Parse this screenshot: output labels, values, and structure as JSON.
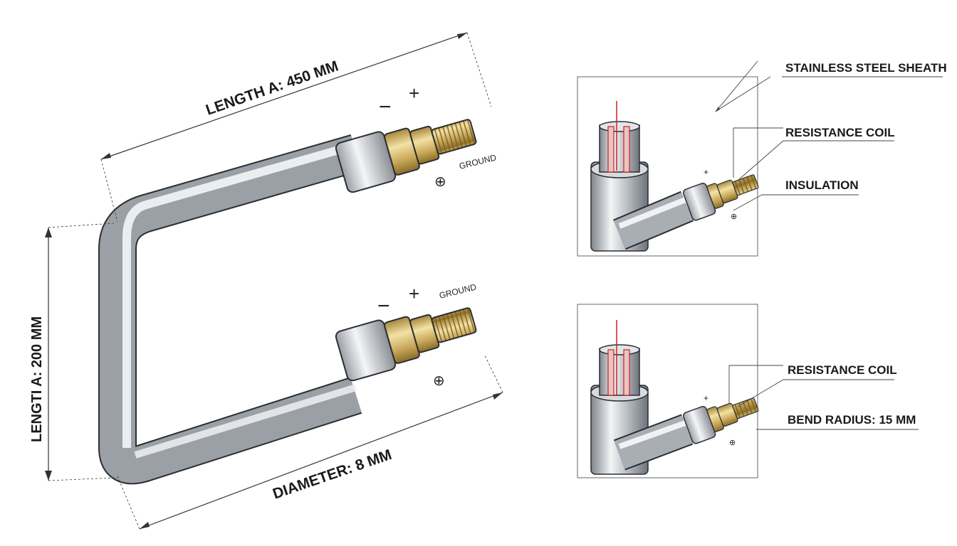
{
  "main_view": {
    "length_top": "LENGTH A: 450 MM",
    "length_side": "LENGTI A: 200 MM",
    "diameter": "DIAMETER: 8 MM",
    "terminal_top": {
      "minus": "−",
      "plus": "+",
      "ground": "GROUND",
      "ground_symbol": "⊕"
    },
    "terminal_bottom": {
      "minus": "−",
      "plus": "+",
      "ground": "GROUND",
      "ground_symbol": "⊕"
    }
  },
  "detail_top": {
    "callouts": [
      "STAINLESS STEEL SHEATH",
      "RESISTANCE COIL",
      "INSULATION"
    ],
    "plus": "+",
    "ground_symbol": "⊕"
  },
  "detail_bottom": {
    "callouts": [
      "RESISTANCE COIL",
      "BEND RADIUS: 15 MM"
    ],
    "plus": "+",
    "ground_symbol": "⊕"
  },
  "colors": {
    "steel_dark": "#8e9399",
    "steel_light": "#eef0f2",
    "brass_dark": "#9a7a30",
    "brass_light": "#f1dc9a",
    "line": "#333333",
    "red": "#cc2222"
  }
}
